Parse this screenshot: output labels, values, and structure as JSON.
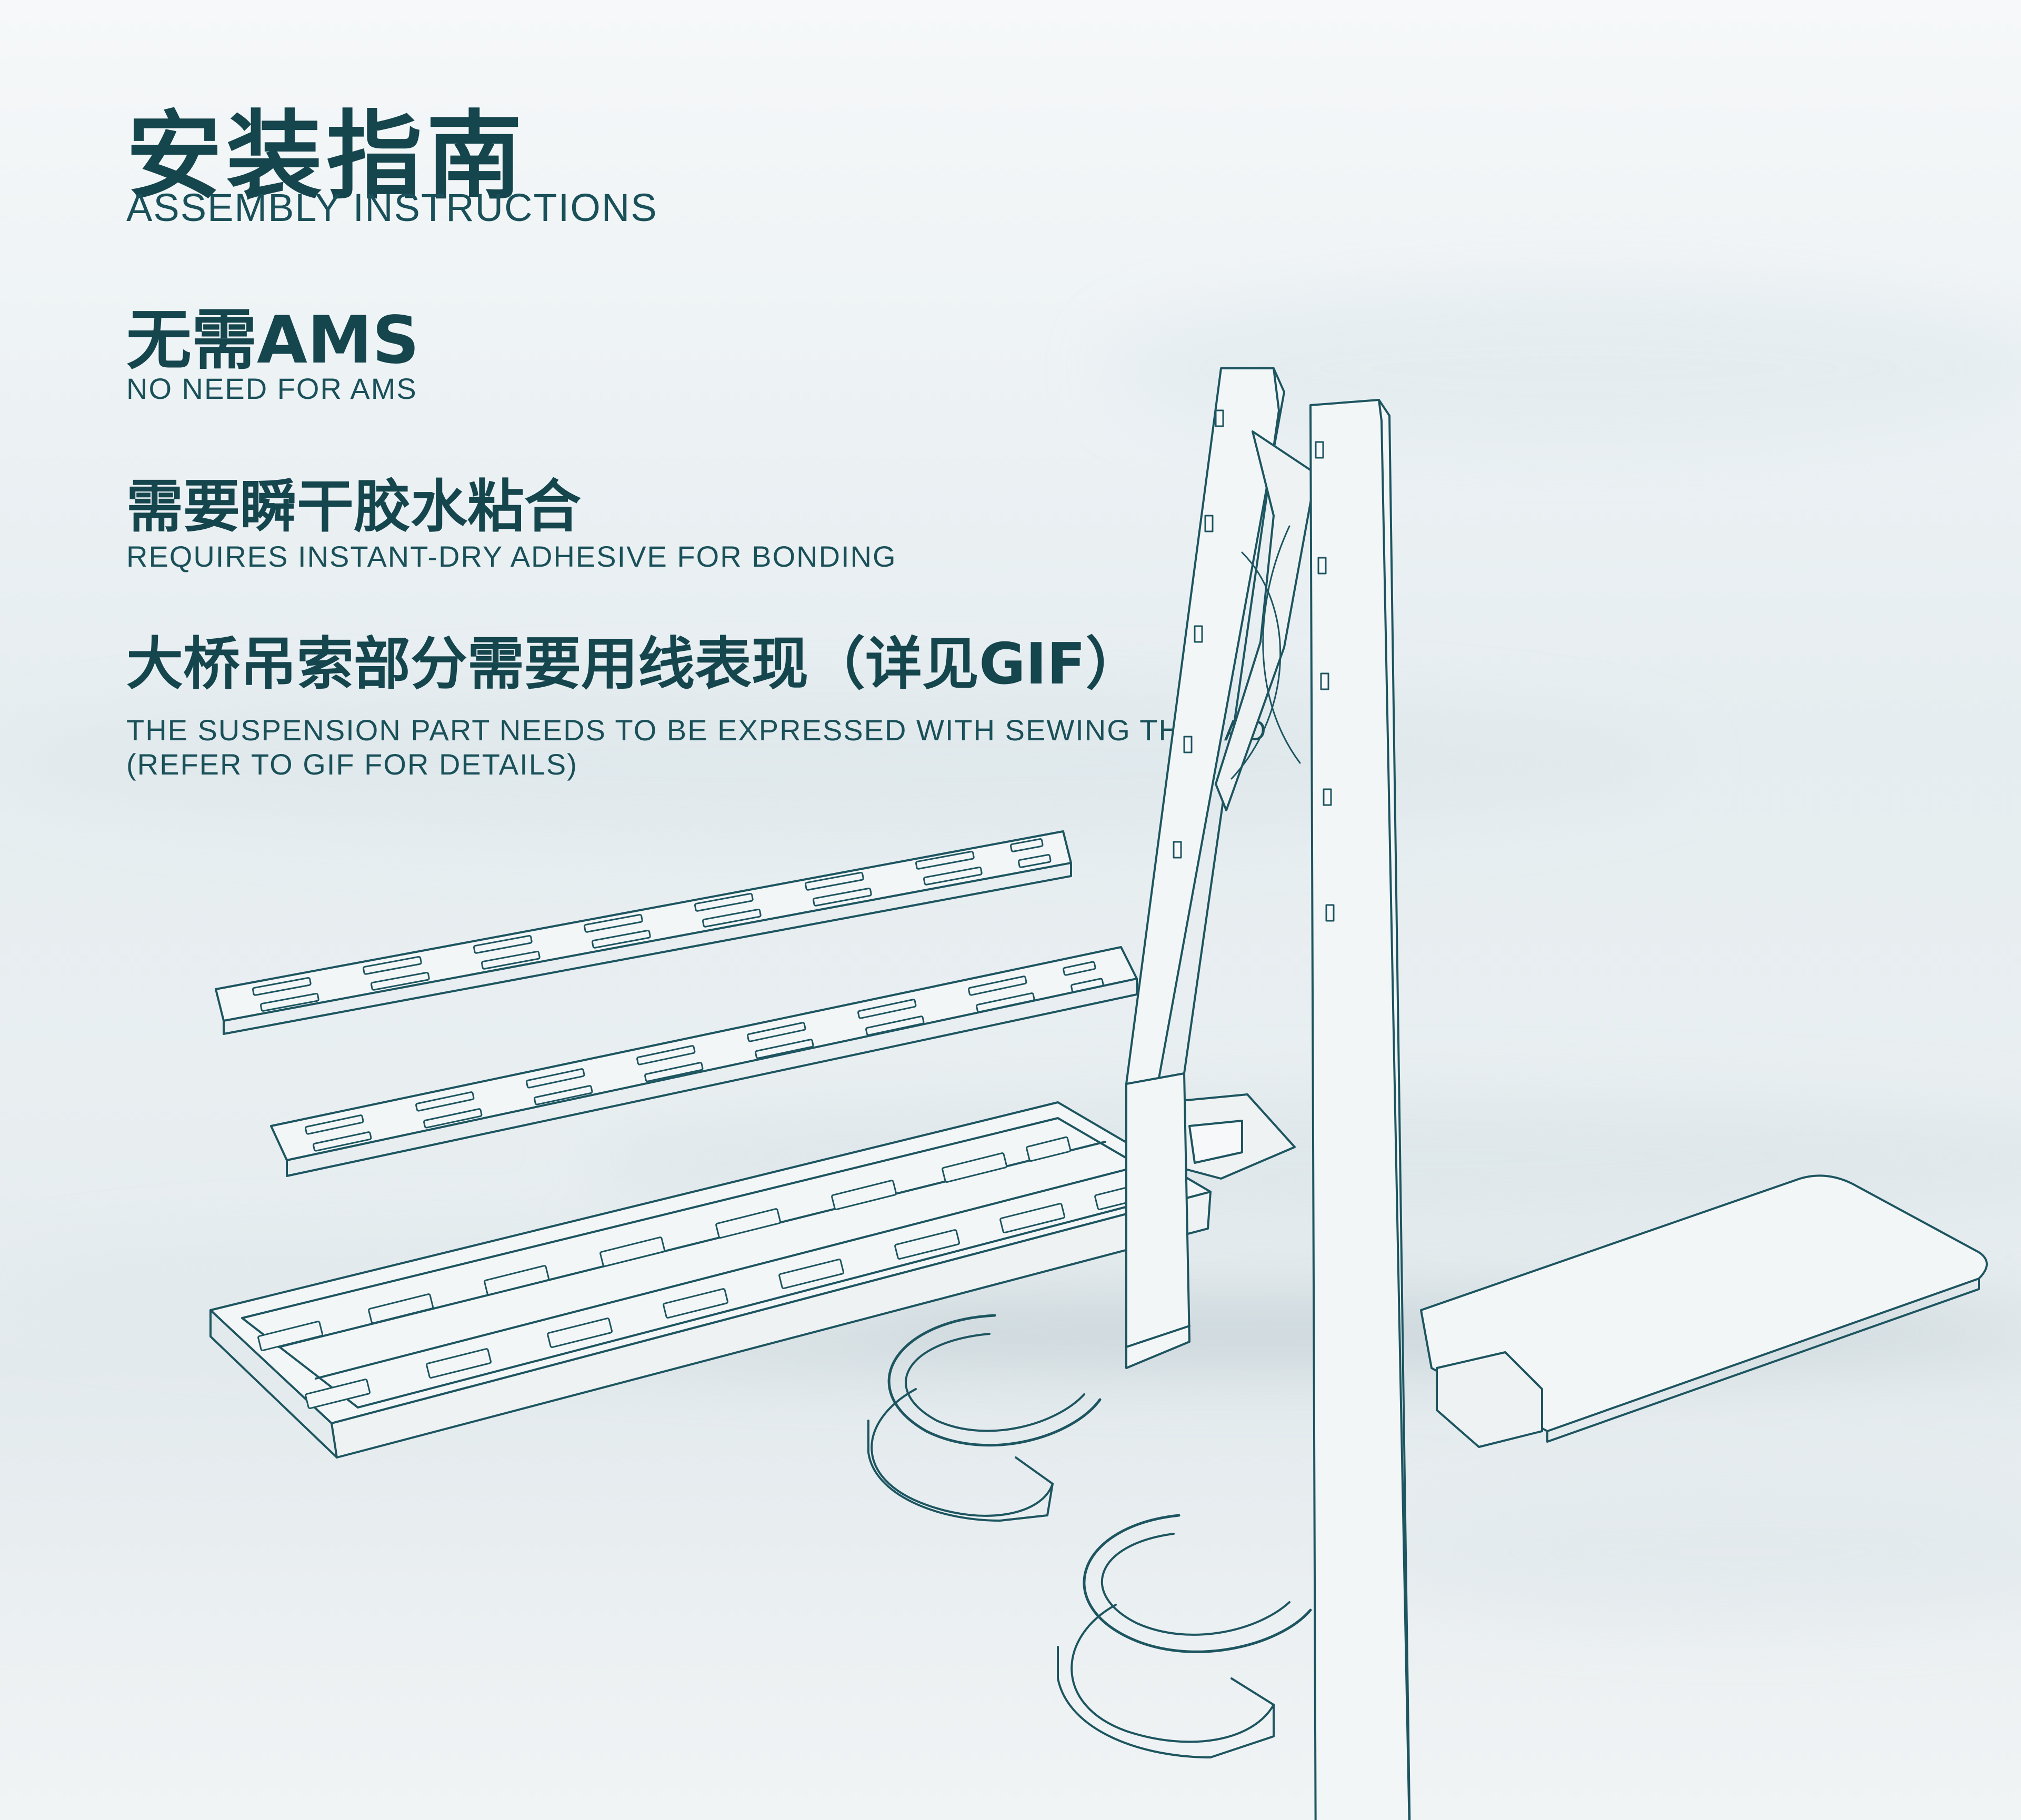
{
  "colors": {
    "text": "#15454d",
    "line": "#1d5560",
    "background": "#eef3f5"
  },
  "sections": {
    "title": {
      "cn": "安装指南",
      "en": "ASSEMBLY INSTRUCTIONS"
    },
    "no_ams": {
      "cn": "无需AMS",
      "en": "NO NEED FOR AMS"
    },
    "adhesive": {
      "cn": "需要瞬干胶水粘合",
      "en": "REQUIRES INSTANT-DRY ADHESIVE FOR BONDING"
    },
    "thread": {
      "cn": "大桥吊索部分需要用线表现（详见GIF）",
      "en_line1": "THE SUSPENSION PART  NEEDS TO BE EXPRESSED WITH SEWING THREAD",
      "en_line2": "(REFER TO GIF FOR DETAILS)"
    }
  },
  "illustration": {
    "parts": [
      "deck-plate-1",
      "deck-plate-2",
      "deck-tray",
      "bridge-tower",
      "base-plate",
      "ring-segment-upper",
      "ring-segment-lower"
    ]
  }
}
